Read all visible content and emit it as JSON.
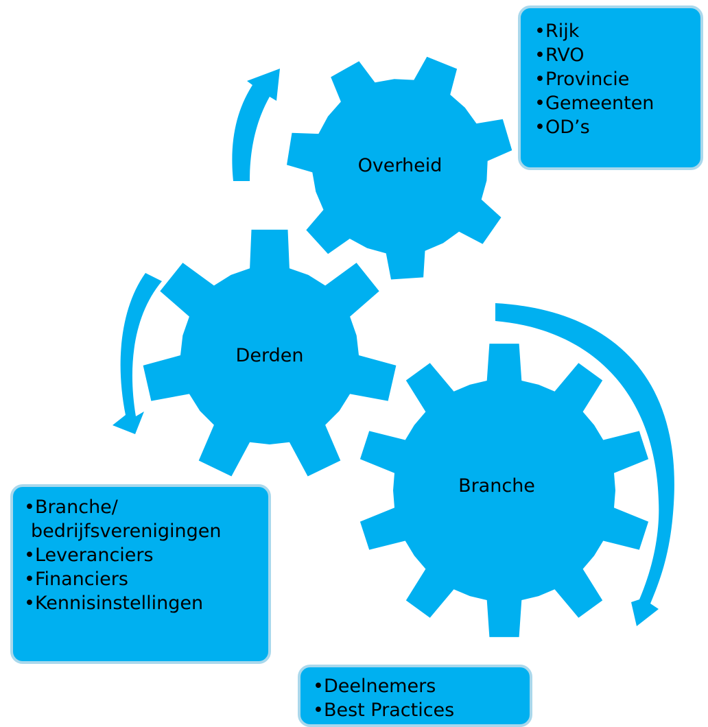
{
  "colors": {
    "gear": "#00b0f0",
    "box_fill": "#00b0f0",
    "box_border": "#a9d8ec",
    "text": "#000000"
  },
  "gears": {
    "overheid": {
      "label": "Overheid"
    },
    "derden": {
      "label": "Derden"
    },
    "branche": {
      "label": "Branche"
    }
  },
  "boxes": {
    "overheid": {
      "items": [
        "Rijk",
        "RVO",
        "Provincie",
        "Gemeenten",
        "OD’s"
      ]
    },
    "derden": {
      "items": [
        "Branche/",
        "bedrijfsverenigingen",
        "Leveranciers",
        "Financiers",
        "Kennisinstellingen"
      ]
    },
    "branche": {
      "items": [
        "Deelnemers",
        "Best Practices"
      ]
    }
  },
  "icons": [
    "curved-arrow-icon"
  ]
}
